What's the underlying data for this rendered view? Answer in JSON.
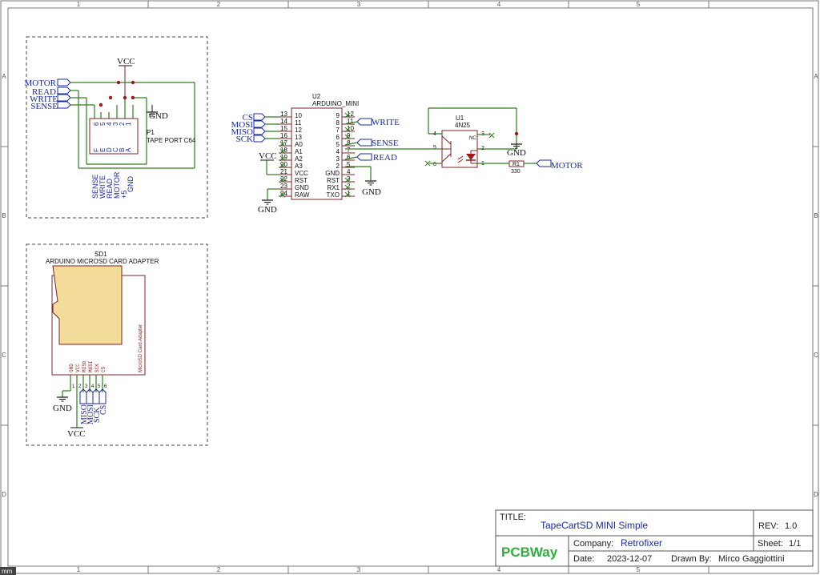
{
  "border": {
    "columns": [
      "1",
      "2",
      "3",
      "4",
      "5"
    ],
    "rows": [
      "A",
      "B",
      "C",
      "D"
    ]
  },
  "tape_port": {
    "ref": "P1",
    "name": "TAPE PORT C64",
    "vcc": "VCC",
    "gnd": "GND",
    "net_labels": [
      "MOTOR",
      "READ",
      "WRITE",
      "SENSE"
    ],
    "pin_numbers_top": [
      "6",
      "5",
      "4",
      "3",
      "2",
      "1"
    ],
    "pin_letters": [
      "F",
      "E",
      "D",
      "C",
      "B",
      "A"
    ],
    "bottom_labels": [
      "SENSE",
      "WRITE",
      "READ",
      "MOTOR",
      "+5",
      "GND"
    ]
  },
  "arduino": {
    "ref": "U2",
    "name": "ARDUINO_MINI",
    "left_nets": [
      "CS",
      "MOSI",
      "MISO",
      "SCK"
    ],
    "left_pin_numbers": [
      "13",
      "14",
      "15",
      "16",
      "17",
      "18",
      "19",
      "20",
      "21",
      "22",
      "23",
      "24"
    ],
    "left_pin_names": [
      "10",
      "11",
      "12",
      "13",
      "A0",
      "A1",
      "A2",
      "A3",
      "VCC",
      "RST",
      "GND",
      "RAW"
    ],
    "right_pin_names": [
      "9",
      "8",
      "7",
      "6",
      "5",
      "4",
      "3",
      "2",
      "GND",
      "RST",
      "RX1",
      "TXO"
    ],
    "right_pin_numbers": [
      "12",
      "11",
      "10",
      "9",
      "8",
      "7",
      "6",
      "5",
      "4",
      "3",
      "2",
      "1"
    ],
    "vcc": "VCC",
    "gnd_left": "GND",
    "gnd_right": "GND",
    "right_nets": [
      "WRITE",
      "SENSE",
      "READ"
    ]
  },
  "optocoupler": {
    "ref": "U1",
    "name": "4N25",
    "nc_label": "NC",
    "pins": [
      "4",
      "5",
      "6",
      "3",
      "2",
      "1"
    ],
    "gnd": "GND",
    "resistor_ref": "R1",
    "resistor_value": "330",
    "motor_net": "MOTOR"
  },
  "sd_adapter": {
    "ref": "SD1",
    "name": "ARDUINO MICROSD CARD ADAPTER",
    "side_label": "MicroSD Card Adapter",
    "pin_names": [
      "GND",
      "VCC",
      "MISO",
      "MOSI",
      "SCK",
      "CS"
    ],
    "pin_numbers": [
      "1",
      "2",
      "3",
      "4",
      "5",
      "6"
    ],
    "gnd": "GND",
    "vcc": "VCC",
    "nets": [
      "MISO",
      "MOSI",
      "SCK",
      "CS"
    ]
  },
  "title_block": {
    "title_label": "TITLE:",
    "title": "TapeCartSD MINI Simple",
    "rev_label": "REV:",
    "rev": "1.0",
    "logo": "PCBWay",
    "company_label": "Company:",
    "company": "Retrofixer",
    "sheet_label": "Sheet:",
    "sheet": "1/1",
    "date_label": "Date:",
    "date": "2023-12-07",
    "drawn_label": "Drawn By:",
    "drawn_by": "Mirco Gaggiottini"
  },
  "corner_tag": "mm"
}
